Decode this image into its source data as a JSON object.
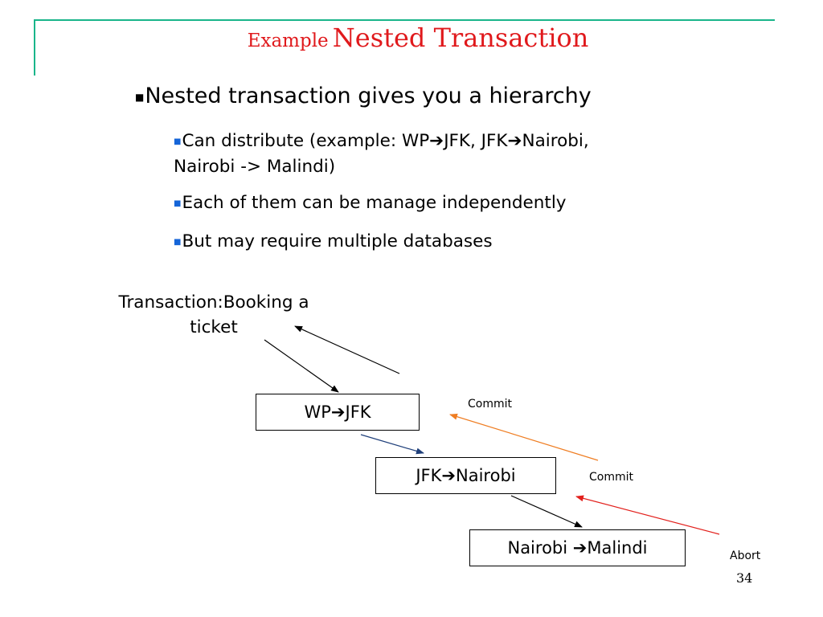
{
  "title": {
    "prefix": "Example",
    "main": "Nested Transaction"
  },
  "bullets": {
    "main": "Nested transaction gives you a hierarchy",
    "sub": [
      {
        "text_a": "Can distribute (example: WP",
        "text_b": "JFK, JFK",
        "text_c": "Nairobi,",
        "text_d": "Nairobi -> Malindi)"
      },
      {
        "text": "Each of them can be manage independently"
      },
      {
        "text": "But may require multiple databases"
      }
    ]
  },
  "diagram": {
    "transaction_label_line1": "Transaction:Booking a",
    "transaction_label_line2": "ticket",
    "nodes": [
      {
        "left": "WP",
        "right": "JFK"
      },
      {
        "left": "JFK",
        "right": "Nairobi"
      },
      {
        "left": "Nairobi ",
        "right": "Malindi"
      }
    ],
    "labels": {
      "commit_1": "Commit",
      "commit_2": "Commit",
      "abort": "Abort"
    },
    "colors": {
      "commit_1_arrow": "#ef7d22",
      "commit_2_arrow": "#e2201c",
      "down_arrow_blue": "#1f3f7a",
      "arrow_black": "#000000"
    }
  },
  "theme": {
    "title_color": "#e0191c",
    "frame_color": "#19b58a",
    "sub_bullet_color": "#1565d8"
  },
  "page_number": "34"
}
